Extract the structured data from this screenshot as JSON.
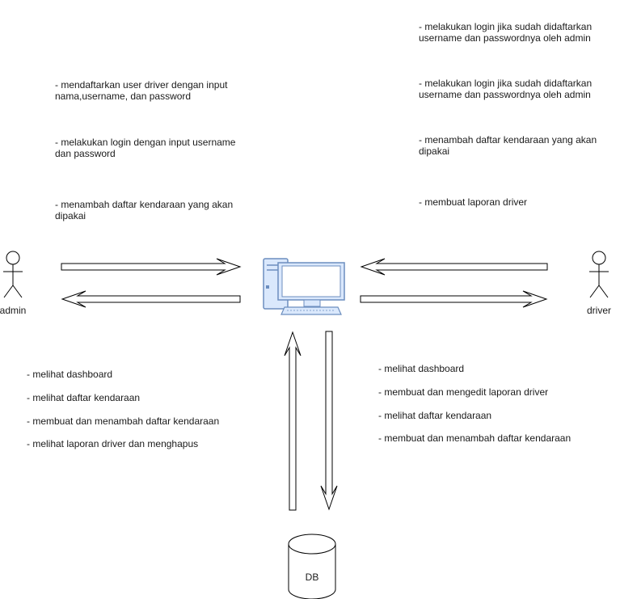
{
  "actors": {
    "admin": "admin",
    "driver": "driver"
  },
  "database": {
    "label": "DB"
  },
  "admin_notes_top": [
    "- mendaftarkan user driver dengan input\nnama,username, dan password",
    "- melakukan login dengan input username\ndan password",
    "- menambah daftar kendaraan yang akan\ndipakai"
  ],
  "driver_notes_top": [
    "- melakukan login jika sudah didaftarkan\nusername dan passwordnya oleh admin",
    "- melakukan login jika sudah didaftarkan\nusername dan passwordnya oleh admin",
    "- menambah daftar kendaraan yang akan\ndipakai",
    "- membuat laporan driver"
  ],
  "admin_notes_bottom": [
    "- melihat dashboard",
    "- melihat daftar kendaraan",
    "- membuat dan menambah daftar kendaraan",
    "- melihat laporan driver dan menghapus"
  ],
  "driver_notes_bottom": [
    "- melihat dashboard",
    "- membuat dan mengedit laporan driver",
    "- melihat daftar kendaraan",
    "- membuat dan menambah daftar kendaraan"
  ],
  "colors": {
    "stroke": "#000000",
    "computer_fill": "#dae8fc",
    "computer_stroke": "#6c8ebf",
    "text": "#1a1a1a"
  }
}
